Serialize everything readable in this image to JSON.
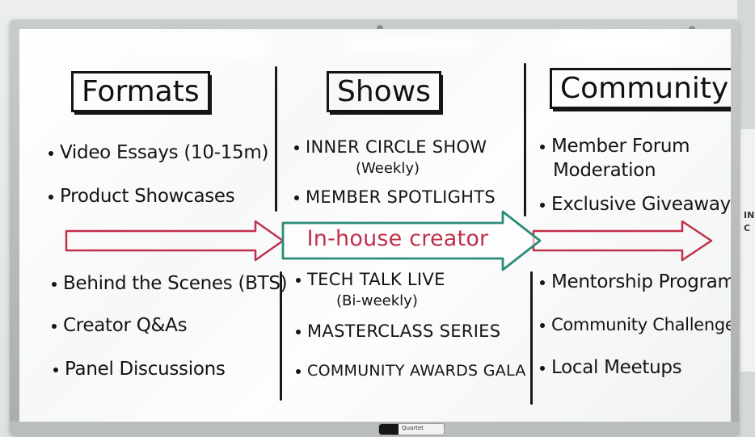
{
  "board": {
    "columns": [
      {
        "header": "Formats",
        "items": [
          "Video Essays (10-15m)",
          "Product Showcases"
        ],
        "items_below": [
          "Behind the Scenes (BTS)",
          "Creator Q&As",
          "Panel Discussions"
        ]
      },
      {
        "header": "Shows",
        "items": [
          "INNER CIRCLE SHOW",
          "(Weekly)",
          "MEMBER SPOTLIGHTS"
        ],
        "items_below": [
          "TECH TALK LIVE",
          "(Bi-weekly)",
          "MASTERCLASS SERIES",
          "COMMUNITY AWARDS GALA"
        ]
      },
      {
        "header": "Community",
        "items": [
          "Member Forum",
          "Moderation",
          "Exclusive Giveaways"
        ],
        "items_below": [
          "Mentorship Programs",
          "Community Challenges",
          "Local Meetups"
        ]
      }
    ],
    "banner": "In-house creator",
    "colors": {
      "marker_black": "#141414",
      "arrow_red": "#c0304a",
      "arrow_teal": "#2a8c7a"
    }
  },
  "marker_brand": "Quartet",
  "wall_sign": [
    "IN",
    "C"
  ]
}
